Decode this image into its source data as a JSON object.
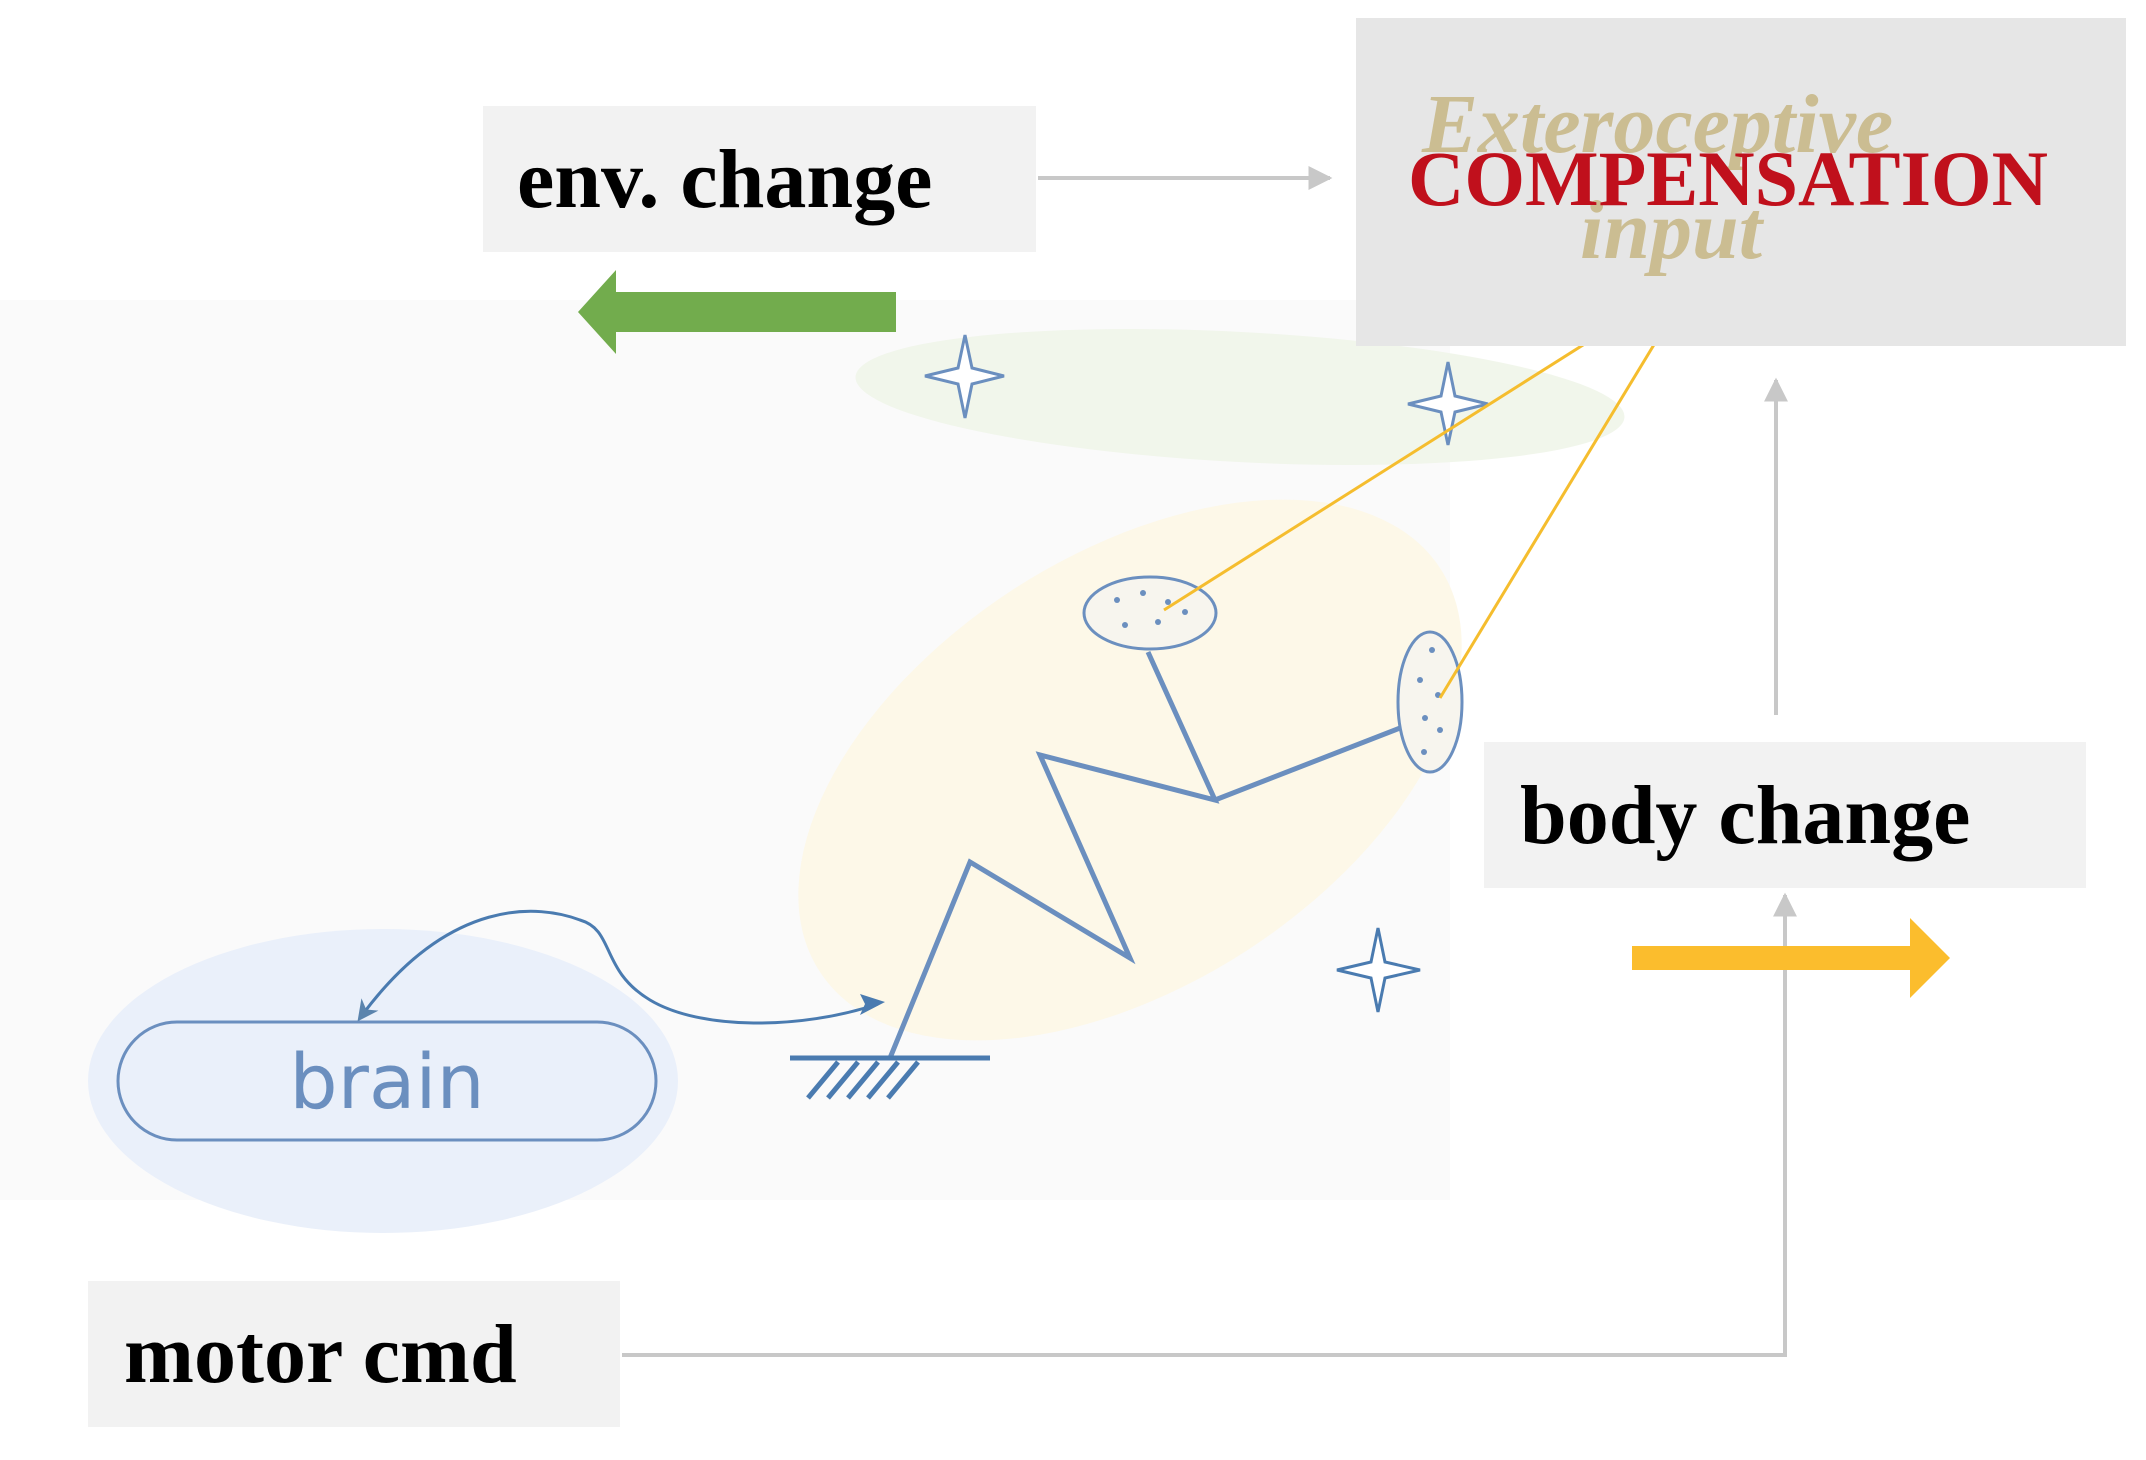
{
  "labels": {
    "env_change": "env. change",
    "body_change": "body change",
    "motor_cmd": "motor cmd",
    "brain": "brain"
  },
  "compensation_box": {
    "title": "COMPENSATION",
    "background_line1": "Exteroceptive",
    "background_line2": "input"
  },
  "colors": {
    "compensation_title": "#c0101c",
    "exteroceptive_text": "#c9b98a",
    "env_arrow": "#72ac4d",
    "body_arrow": "#fbbd2d",
    "robot_arm": "#5b84ad",
    "sensor_lines": "#f5bd2e",
    "brain": "#6b8fbf",
    "connector": "#c8c8c8"
  },
  "icons": {
    "env_arrow": "left-arrow-icon",
    "body_arrow": "right-arrow-icon",
    "sparkles": "four-point-star-icon",
    "ground": "ground-hatch-icon"
  }
}
